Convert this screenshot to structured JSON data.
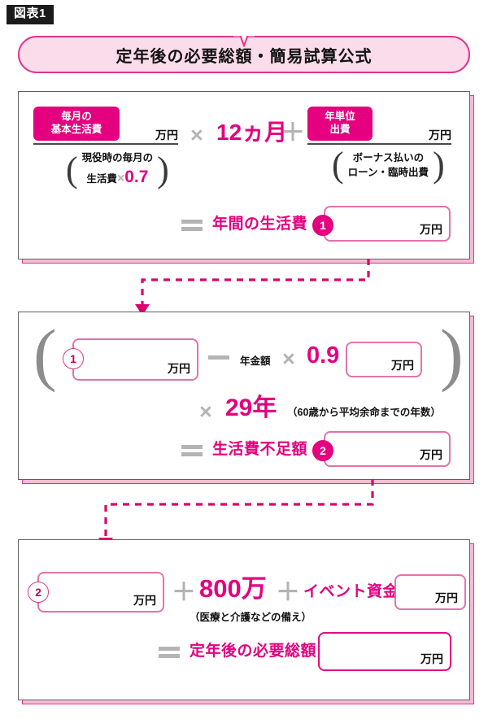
{
  "figure_label": "図表1",
  "banner": {
    "title": "定年後の必要総額・簡易試算公式"
  },
  "step1": {
    "tag_monthly": "毎月の\n基本生活費",
    "unit_1": "万円",
    "op_multiply": "×",
    "months": "12ヵ月",
    "op_plus": "＋",
    "tag_annual": "年単位\n出費",
    "unit_2": "万円",
    "note_left_line1": "現役時の毎月の",
    "note_left_line2_a": "生活費",
    "note_left_x": "×",
    "note_left_factor": "0.7",
    "note_right_line1": "ボーナス払いの",
    "note_right_line2": "ローン・臨時出費",
    "result_label": "年間の生活費",
    "result_badge": "1",
    "result_unit": "万円"
  },
  "step2": {
    "badge_in": "1",
    "unit_in": "万円",
    "op_minus": "−",
    "pension_label": "年金額",
    "op_multiply": "×",
    "pension_factor": "0.9",
    "unit_pension": "万円",
    "op_multiply_years": "×",
    "years": "29年",
    "years_note": "（60歳から平均余命までの年数）",
    "result_label": "生活費不足額",
    "result_badge": "2",
    "result_unit": "万円"
  },
  "step3": {
    "badge_in": "2",
    "unit_in": "万円",
    "op_plus_1": "＋",
    "reserve_amount": "800万",
    "reserve_note": "（医療と介護などの備え）",
    "op_plus_2": "＋",
    "event_label": "イベント資金",
    "unit_event": "万円",
    "result_label": "定年後の必要総額",
    "result_unit": "万円"
  },
  "colors": {
    "magenta": "#e4007f",
    "banner_fill": "#fbdcea",
    "banner_border": "#e4328c",
    "box_border": "#e272ad",
    "operator_gray": "#b4b4b4",
    "card_border": "#5e5e5e",
    "shadow_pink": "#f4bdd6"
  }
}
